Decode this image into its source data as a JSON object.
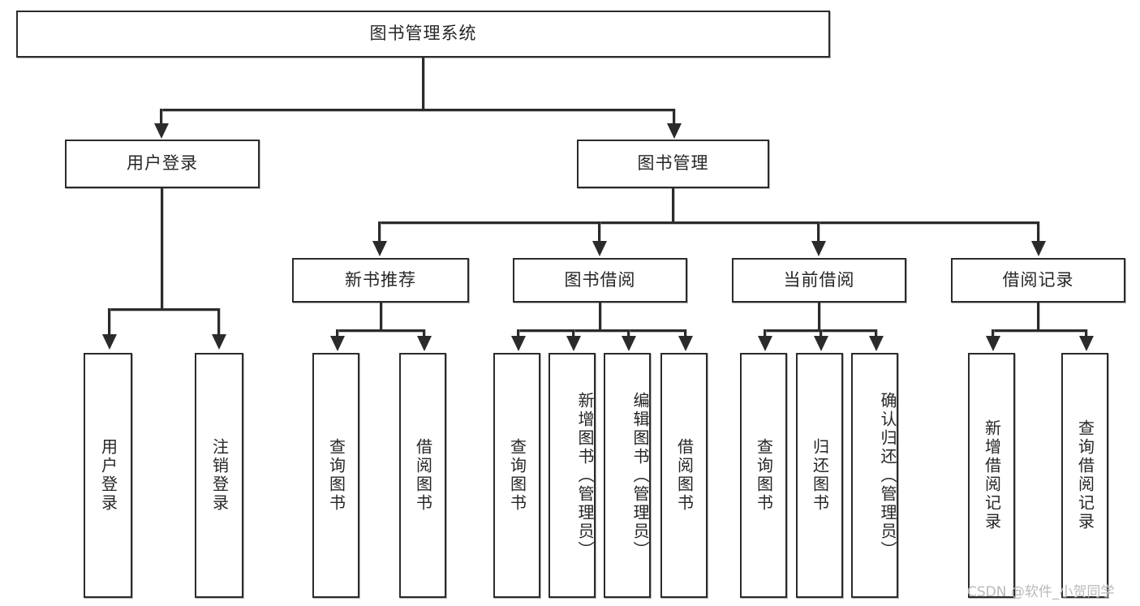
{
  "diagram": {
    "title": "图书管理系统",
    "type": "tree",
    "root": {
      "id": "root",
      "label": "图书管理系统",
      "orientation": "horizontal"
    },
    "level1": [
      {
        "id": "user-login",
        "label": "用户登录",
        "orientation": "horizontal"
      },
      {
        "id": "book-manage",
        "label": "图书管理",
        "orientation": "horizontal"
      }
    ],
    "level2": [
      {
        "id": "new-book-recommend",
        "label": "新书推荐",
        "parent": "book-manage",
        "orientation": "horizontal"
      },
      {
        "id": "book-borrow",
        "label": "图书借阅",
        "parent": "book-manage",
        "orientation": "horizontal"
      },
      {
        "id": "current-borrow",
        "label": "当前借阅",
        "parent": "book-manage",
        "orientation": "horizontal"
      },
      {
        "id": "borrow-record",
        "label": "借阅记录",
        "parent": "book-manage",
        "orientation": "horizontal"
      }
    ],
    "leaves": [
      {
        "id": "leaf-user-login",
        "label": "用户登录",
        "parent": "user-login",
        "orientation": "vertical"
      },
      {
        "id": "leaf-user-logout",
        "label": "注销登录",
        "parent": "user-login",
        "orientation": "vertical"
      },
      {
        "id": "leaf-query-book-1",
        "label": "查询图书",
        "parent": "new-book-recommend",
        "orientation": "vertical"
      },
      {
        "id": "leaf-borrow-book-1",
        "label": "借阅图书",
        "parent": "new-book-recommend",
        "orientation": "vertical"
      },
      {
        "id": "leaf-query-book-2",
        "label": "查询图书",
        "parent": "book-borrow",
        "orientation": "vertical"
      },
      {
        "id": "leaf-add-book",
        "label": "新增图书（管理员）",
        "parent": "book-borrow",
        "orientation": "vertical"
      },
      {
        "id": "leaf-edit-book",
        "label": "编辑图书（管理员）",
        "parent": "book-borrow",
        "orientation": "vertical"
      },
      {
        "id": "leaf-borrow-book-2",
        "label": "借阅图书",
        "parent": "book-borrow",
        "orientation": "vertical"
      },
      {
        "id": "leaf-query-book-3",
        "label": "查询图书",
        "parent": "current-borrow",
        "orientation": "vertical"
      },
      {
        "id": "leaf-return-book",
        "label": "归还图书",
        "parent": "current-borrow",
        "orientation": "vertical"
      },
      {
        "id": "leaf-confirm-return",
        "label": "确认归还（管理员）",
        "parent": "current-borrow",
        "orientation": "vertical"
      },
      {
        "id": "leaf-add-record",
        "label": "新增借阅记录",
        "parent": "borrow-record",
        "orientation": "vertical"
      },
      {
        "id": "leaf-query-record",
        "label": "查询借阅记录",
        "parent": "borrow-record",
        "orientation": "vertical"
      }
    ]
  },
  "watermark": {
    "text": "CSDN @软件_小贺同学"
  },
  "colors": {
    "stroke": "#2b2b2b",
    "fill": "#ffffff",
    "text": "#262626",
    "watermark": "#b9b9b9"
  }
}
